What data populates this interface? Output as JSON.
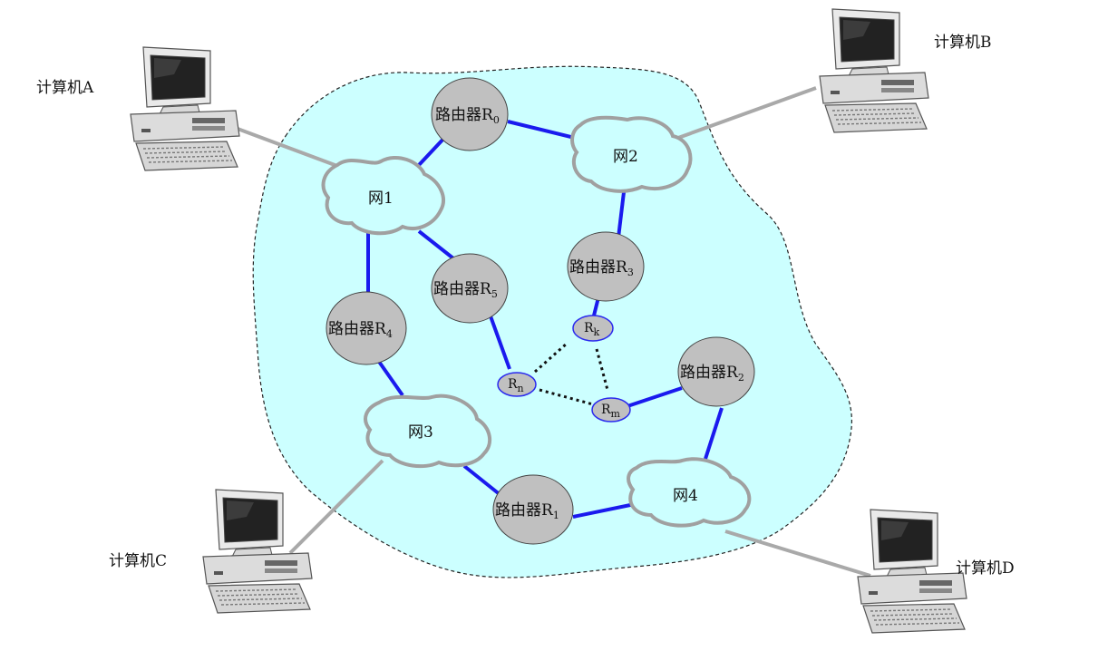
{
  "computers": {
    "a": {
      "label": "计算机A",
      "icon": "computer-icon"
    },
    "b": {
      "label": "计算机B",
      "icon": "computer-icon"
    },
    "c": {
      "label": "计算机C",
      "icon": "computer-icon"
    },
    "d": {
      "label": "计算机D",
      "icon": "computer-icon"
    }
  },
  "networks": {
    "net1": "网1",
    "net2": "网2",
    "net3": "网3",
    "net4": "网4"
  },
  "routers": {
    "prefix": "路由器",
    "r0": {
      "letter": "R",
      "sub": "0"
    },
    "r1": {
      "letter": "R",
      "sub": "1"
    },
    "r2": {
      "letter": "R",
      "sub": "2"
    },
    "r3": {
      "letter": "R",
      "sub": "3"
    },
    "r4": {
      "letter": "R",
      "sub": "4"
    },
    "r5": {
      "letter": "R",
      "sub": "5"
    },
    "rk": {
      "letter": "R",
      "sub": "k"
    },
    "rm": {
      "letter": "R",
      "sub": "m"
    },
    "rn": {
      "letter": "R",
      "sub": "n"
    }
  },
  "colors": {
    "internet_fill": "#ccffff",
    "router_fill": "#c0c0c0",
    "link_blue": "#1a1aee",
    "host_line": "#a9a9a9",
    "cloud_stroke": "#a0a0a0"
  }
}
